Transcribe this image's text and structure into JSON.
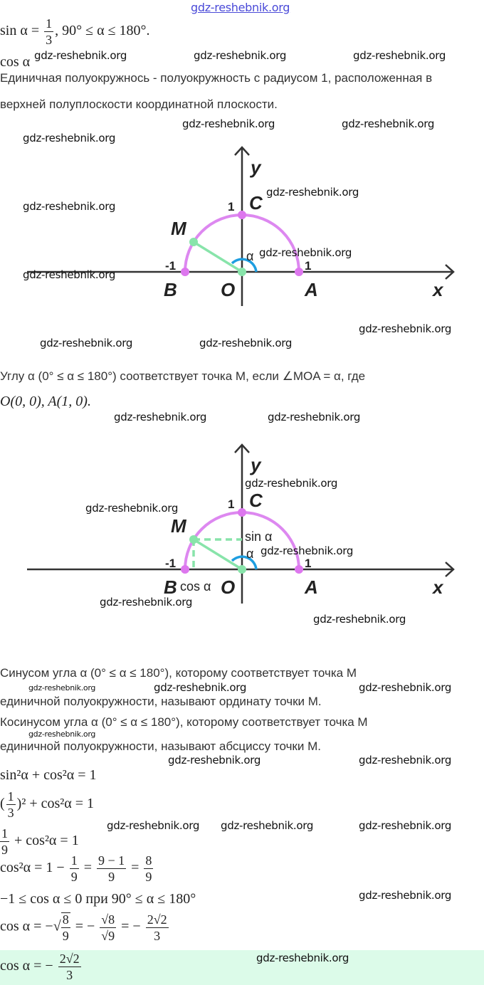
{
  "watermark": "gdz-reshebnik.org",
  "given": {
    "lhs": "sin α =",
    "num": "1",
    "den": "3",
    "rest": ", 90° ≤ α ≤ 180°."
  },
  "find": "cos α",
  "definition": {
    "line1": "Единичная полуокружнось - полуокружность с радиусом 1, расположенная в",
    "line2": "верхней полуплоскости координатной плоскости."
  },
  "diagram1": {
    "y": "y",
    "x": "x",
    "one_y": "1",
    "C": "C",
    "M": "M",
    "alpha": "α",
    "minus_one": "-1",
    "one_x": "1",
    "B": "B",
    "O": "O",
    "A": "A"
  },
  "angle_text": {
    "line1": "Углу α (0° ≤ α ≤ 180°) соответствует точка M, если ∠MOA = α, где",
    "line2": "O(0, 0), A(1, 0)."
  },
  "diagram2": {
    "y": "y",
    "x": "x",
    "one_y": "1",
    "C": "C",
    "M": "M",
    "alpha": "α",
    "sin": "sin α",
    "cos": "cos α",
    "minus_one": "-1",
    "one_x": "1",
    "B": "B",
    "O": "O",
    "A": "A"
  },
  "sine_def": {
    "line1": "Синусом угла α (0° ≤ α ≤ 180°), которому соответствует точка M",
    "line2": "единичной полуокружности, называют ординату точки M."
  },
  "cosine_def": {
    "line1": "Косинусом угла α (0° ≤ α ≤ 180°), которому соответствует точка M",
    "line2": "единичной полуокружности, называют абсциссу точки M."
  },
  "steps": {
    "s1": "sin²α + cos²α = 1",
    "s2_open": "(",
    "s2_num": "1",
    "s2_den": "3",
    "s2_close": ")²",
    "s2_rest": " + cos²α = 1",
    "s3_num": "1",
    "s3_den": "9",
    "s3_rest": " + cos²α = 1",
    "s4_lhs": "cos²α = 1 −",
    "s4_n1": "1",
    "s4_d1": "9",
    "s4_eq1": "=",
    "s4_n2": "9 − 1",
    "s4_d2": "9",
    "s4_eq2": "=",
    "s4_n3": "8",
    "s4_d3": "9",
    "s5": "−1 ≤ cos α ≤ 0 при 90° ≤ α ≤ 180°",
    "s6_lhs": "cos α = −√",
    "s6_n1": "8",
    "s6_d1": "9",
    "s6_eq1": "= −",
    "s6_n2": "√8",
    "s6_d2": "√9",
    "s6_eq2": "= −",
    "s6_n3": "2√2",
    "s6_d3": "3"
  },
  "answer": {
    "lhs": "cos α = −",
    "num": "2√2",
    "den": "3"
  }
}
